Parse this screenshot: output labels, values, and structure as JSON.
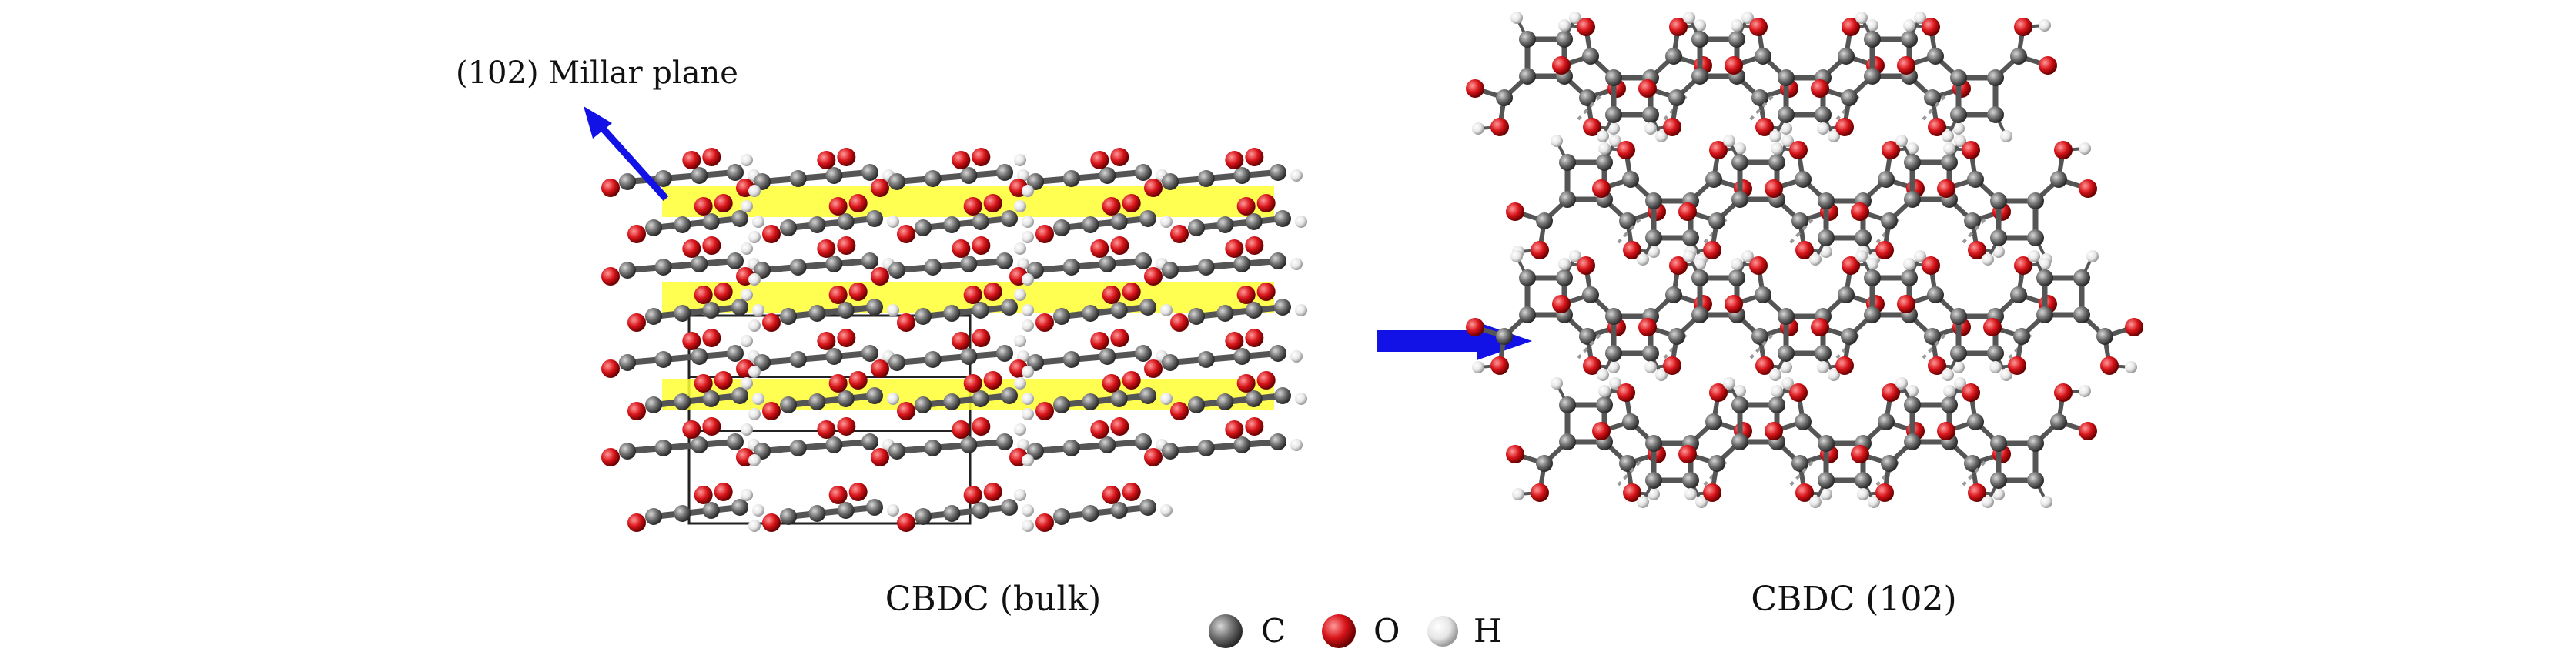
{
  "annotation": {
    "plane_label": "(102) Millar plane"
  },
  "panels": {
    "bulk": {
      "caption": "CBDC (bulk)"
    },
    "slab": {
      "caption": "CBDC (102)"
    }
  },
  "legend": [
    {
      "symbol": "C",
      "color": "#6f6f6f"
    },
    {
      "symbol": "O",
      "color": "#d8141a"
    },
    {
      "symbol": "H",
      "color": "#e6e6e6"
    }
  ],
  "colors": {
    "arrow": "#1212e6",
    "plane_highlight": "#ffff33",
    "carbon": "#6f6f6f",
    "oxygen": "#d8141a",
    "hydrogen": "#e6e6e6"
  }
}
